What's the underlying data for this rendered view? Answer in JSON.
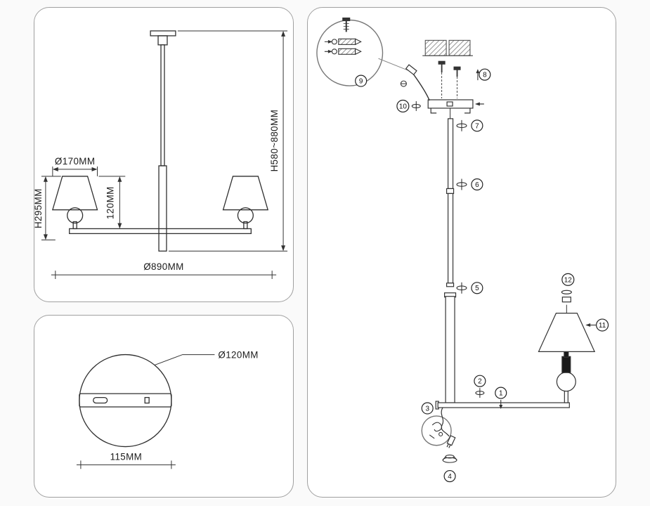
{
  "dimensions_panel": {
    "shade_diameter": "Ø170MM",
    "lamp_height": "H295MM",
    "shade_drop": "120MM",
    "overall_height": "H580~880MM",
    "overall_width": "Ø890MM"
  },
  "canopy_panel": {
    "canopy_diameter": "Ø120MM",
    "bracket_length": "115MM"
  },
  "assembly_panel": {
    "part_labels": [
      "1",
      "2",
      "3",
      "4",
      "5",
      "6",
      "7",
      "8",
      "9",
      "10",
      "11",
      "12"
    ]
  },
  "colors": {
    "line": "#2f2f2f",
    "panel_border": "#a0a0a0",
    "background": "#fafafa"
  }
}
